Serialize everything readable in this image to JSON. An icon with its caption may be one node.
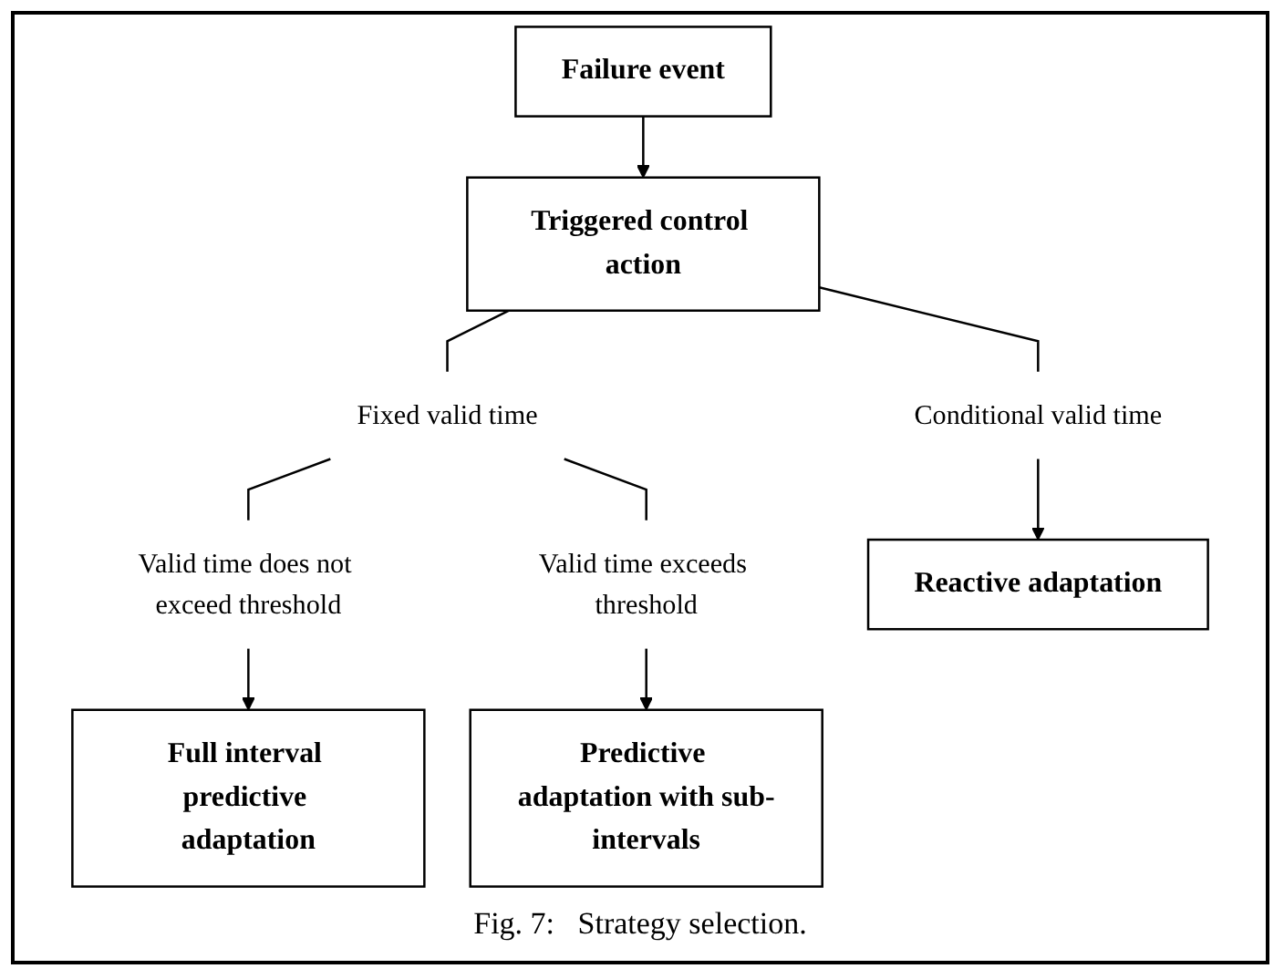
{
  "diagram": {
    "caption": "Fig. 7:   Strategy selection.",
    "nodes": [
      {
        "text": [
          "Failure event"
        ]
      },
      {
        "text": [
          "Triggered control action"
        ]
      },
      {
        "text": [
          "Fixed valid time"
        ]
      },
      {
        "text": [
          "Conditional valid time"
        ]
      },
      {
        "text": [
          "Valid time does not exceed threshold"
        ]
      },
      {
        "text": [
          "Valid time exceeds threshold"
        ]
      },
      {
        "text": [
          "Full interval predictive adaptation"
        ]
      },
      {
        "text": [
          "Predictive adaptation with sub-intervals"
        ]
      },
      {
        "text": [
          "Reactive adaptation"
        ]
      }
    ],
    "edges": [
      {
        "from": 0,
        "to": 1,
        "arrow": "to"
      },
      {
        "from": 1,
        "to": 2,
        "arrow": "none"
      },
      {
        "from": 1,
        "to": 3,
        "arrow": "none"
      },
      {
        "from": 2,
        "to": 4,
        "arrow": "none"
      },
      {
        "from": 2,
        "to": 5,
        "arrow": "none"
      },
      {
        "from": 4,
        "to": 6,
        "arrow": "to"
      },
      {
        "from": 5,
        "to": 7,
        "arrow": "to"
      },
      {
        "from": 3,
        "to": 8,
        "arrow": "to"
      }
    ]
  }
}
